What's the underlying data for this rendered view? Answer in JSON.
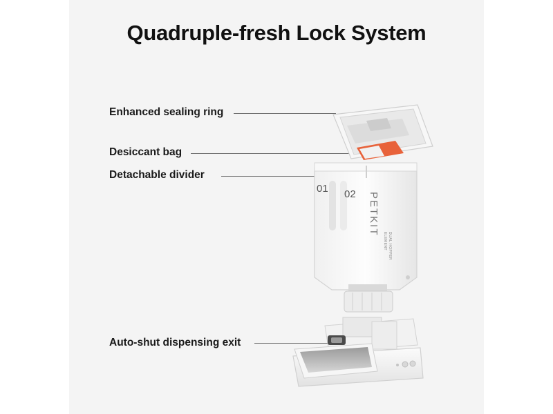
{
  "title": "Quadruple-fresh Lock System",
  "callouts": {
    "sealing_ring": "Enhanced sealing ring",
    "desiccant_bag": "Desiccant bag",
    "divider": "Detachable divider",
    "dispensing_exit": "Auto-shut dispensing exit"
  },
  "hopper": {
    "compartment_1": "01",
    "compartment_2": "02",
    "brand": "PETKIT",
    "model_line_1": "ELEMENT",
    "model_line_2": "DUAL HOPPER"
  },
  "colors": {
    "background": "#f4f4f4",
    "desiccant_orange": "#e8623a",
    "product_white": "#fafafa"
  }
}
